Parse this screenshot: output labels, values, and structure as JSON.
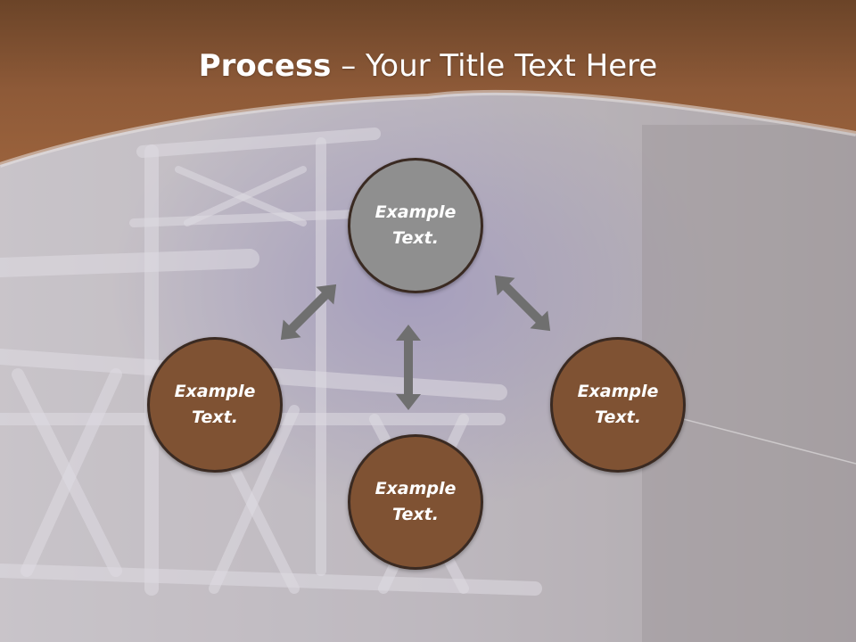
{
  "slide": {
    "title_bold": "Process",
    "title_rest": " – Your Title Text Here"
  },
  "diagram": {
    "nodes": [
      {
        "id": "top",
        "label": "Example Text.",
        "color": "#8f8f8f"
      },
      {
        "id": "left",
        "label": "Example Text.",
        "color": "#7f5233"
      },
      {
        "id": "right",
        "label": "Example Text.",
        "color": "#7f5233"
      },
      {
        "id": "bottom",
        "label": "Example Text.",
        "color": "#7f5233"
      }
    ],
    "arrow_color": "#6f6f6f"
  },
  "colors": {
    "header_brown": "#8e5a38",
    "header_brown_dark": "#6b4428",
    "background_gray": "#c9c3c4"
  }
}
